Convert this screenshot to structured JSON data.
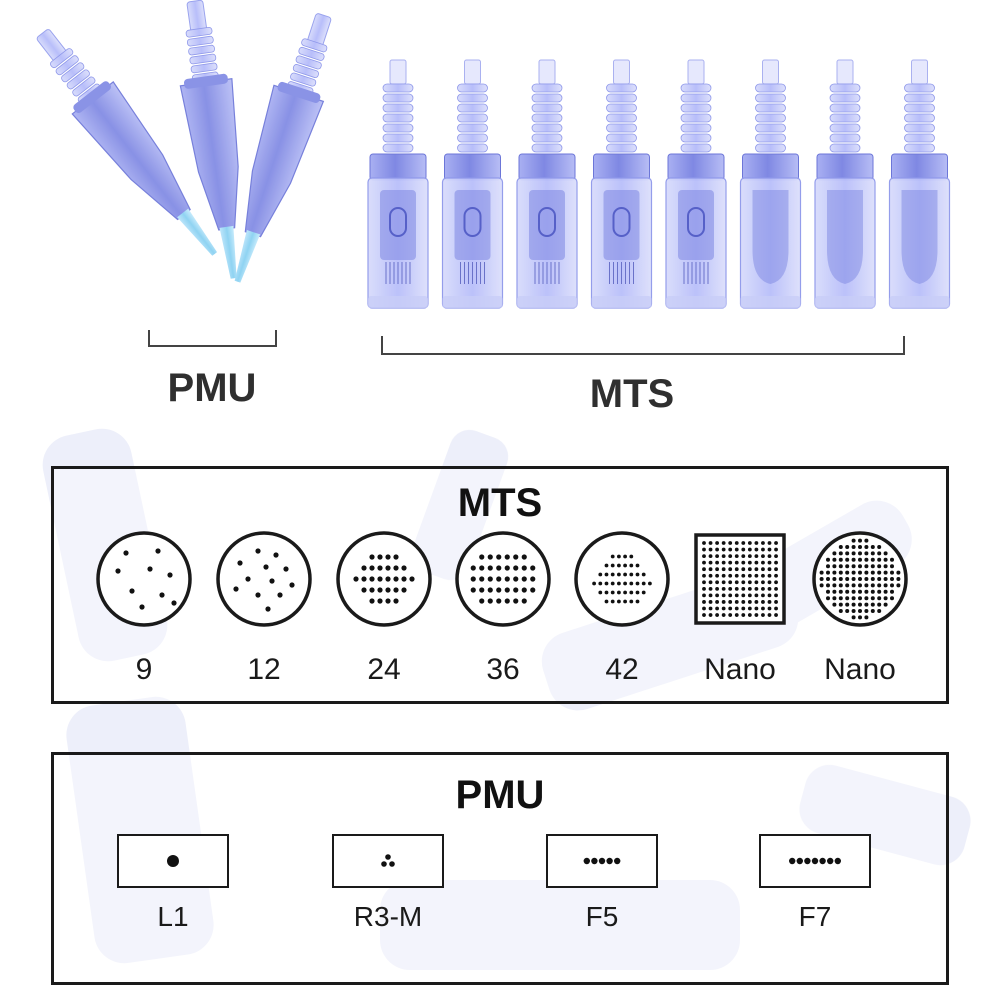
{
  "header": {
    "pmu_group_label": "PMU",
    "mts_group_label": "MTS"
  },
  "product_photo": {
    "pmu_cartridge_count": 3,
    "mts_cartridge_count": 8,
    "cartridge_color": "#8f96ea",
    "cartridge_tip_color": "#8fd3f2"
  },
  "mts_section": {
    "title": "MTS",
    "items": [
      {
        "label": "9",
        "pattern": "scatter9",
        "shape": "circle"
      },
      {
        "label": "12",
        "pattern": "scatter12",
        "shape": "circle"
      },
      {
        "label": "24",
        "pattern": "cross24",
        "shape": "circle"
      },
      {
        "label": "36",
        "pattern": "rows36",
        "shape": "circle"
      },
      {
        "label": "42",
        "pattern": "rows42",
        "shape": "circle"
      },
      {
        "label": "Nano",
        "pattern": "grid",
        "shape": "square"
      },
      {
        "label": "Nano",
        "pattern": "grid",
        "shape": "circle"
      }
    ]
  },
  "pmu_section": {
    "title": "PMU",
    "items": [
      {
        "label": "L1",
        "dots": 1,
        "arrangement": "single"
      },
      {
        "label": "R3-M",
        "dots": 3,
        "arrangement": "triangle"
      },
      {
        "label": "F5",
        "dots": 5,
        "arrangement": "row"
      },
      {
        "label": "F7",
        "dots": 7,
        "arrangement": "row"
      }
    ]
  },
  "colors": {
    "frame": "#1a1a1a",
    "pin_dot": "#111111",
    "label_text": "#2f2f2f"
  }
}
